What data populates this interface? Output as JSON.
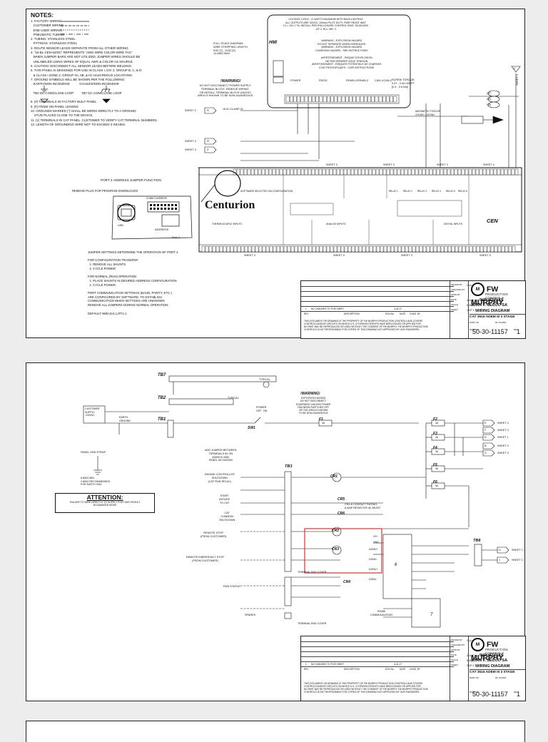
{
  "sheet1": {
    "notes": {
      "title": "NOTES:",
      "lines": [
        "1. FACTORY WIRING",
        "   CUSTOMER WIRING",
        "   END USER WIRING",
        "   PNEUMATIC TUBING",
        "2. TUBING: STAINLESS STEEL",
        "   FITTINGS: STAINLESS STEEL",
        "3. ROUTE SENSOR LEADS SEPARATE FROM ALL OTHER WIRING.",
        "4. \"16-BL-CEN-62/DC\" REPRESENTS \"AWG-WIRE COLOR-WIRE TAG\"",
        "   WHEN JUMPER BARS ARE NOT UTILIZED, JUMPER WIRES SHOULD BE",
        "   UNLABELED USING WIRES OF EQUAL AWG & COLOR AS SOURCE.",
        "5. CAUTION: DISCONNECT ALL SENSOR LEADS BEFORE WELDING.",
        "6. THIS PANEL IS DESIGNED FOR USE IN CLASS I, DIV 2, GROUP B, C, & D",
        "   & CLASS I ZONE 2, GROUP IIA, IIB, & IIC HAZARDOUS LOCATIONS.",
        "7. GROUND SYMBOLS WILL BE SHOWN PER THE FOLLOWING:",
        "   EARTH/NON-INCENDIVE           CHASSIS/NON-INCENDIVE",
        "",
        "   TB2 DC COM/CLOSE LOOP         TB7 DC COM/CLOSE LOOP",
        "",
        "8. (#) TERMINALS IN FACTORY BUILT PANEL",
        "9. [#] ITEMS ON PANEL LEGEND",
        "10. GROUNDS MARKED (*) SHALL BE WIRED DIRECTLY TO A GROUND",
        "    STUD PLACED CLOSE TO THE DEVICE.",
        "11. (1) TERMINALS IN CAT PANEL. CUSTOMER TO VERIFY CAT TERMINAL NUMBERS.",
        "12. LENGTH OF GROUNDING WIRE NOT TO EXCEED 3 INCHES."
      ]
    },
    "port2": {
      "title": "PORT 2 ADDRESS JUMPER FUNCTION",
      "remove_plug": "REMOVE PLUG FOR PROGRAM DOWNLOADS",
      "address": "ADDRESS",
      "port": "Port 2",
      "usb": "USB",
      "comm": "COMM 2 ADDRESS",
      "lines": [
        "JUMPER SETTINGS DETERMINE THE OPERATION OF PORT 2",
        "",
        "FOR CONFIGURATION TRANSFER",
        "  1. REMOVE ALL SHUNTS",
        "  2. CYCLE POWER",
        "",
        "FOR NORMAL (RUN) OPERATION",
        "  1. PLACE SHUNTS IN DESIRED ADDRESS CONFIGURATION",
        "  2. CYCLE POWER",
        "",
        "PORT COMMUNICATION SETTINGS (BAUD, PARITY, ETC.)",
        "ARE CONFIGURED BY SOFTWARE. TO ESTABLISH",
        "COMMUNICATION WHEN SETTINGS ARE UNKNOWN",
        "REMOVE ALL JUMPERS DURING NORMAL OPERATION.",
        "",
        "DEFAULT 9600,N,8,1,RTU 1"
      ]
    },
    "hmi_label": "HMI",
    "hmi_rating": "VOLTAGE 12VDC, 11 WATTS MAXIMUM WITH BACKLIGHTING\nALL OUTPUTS ARE 30VDC, 200mA PILOT DUTY, PWR FRONT IN&T\nCL I, DIV 2 T6; INSTALL PER ENCLOSURE CONTROL DWG. 50-05-0093\n-20° ≤ TA ≤ +85° C",
    "hmi_warning": "WARNING - EXPLOSION HAZARD\nDO NOT SEPARATE WHEN ENERGIZED\nWARNING - EXPLOSION HAZARD\nCHARGING HAZARD - SEE INSTRUCTIONS",
    "hmi_avert": "AVERTISSEMENT - RISQUE D'EXPLOSION\nNE PAS SEPARER SOUS TENSION\nAVERTISSEMENT - RISQUES POTENTIELS DE CHARGES\nELECTROSTATIQUES - VOIR INSTRUCTIONS",
    "strip_note": "FULL SCALE DIAGRAM\nWIRE STRIPPING LENGTH\n9/32 [7] - 11/32 [9]\n14 AWG MAX",
    "warning_title": "!WARNING!",
    "warning_text": "DO NOT DISCONNECT POWER SUPPLY\nTERMINAL BLOCK, REMOVE WIRING,\nOR INSTALL TERMINAL BLOCK UNLESS\nAREA IS KNOWN TO BE NON-HAZARDOUS",
    "screw_torque": "SCREW TORQUE:\n0.37 - 0.44 LBS/FT\n[0.4 - 0.6 Nm]",
    "port_labels": [
      "POWER",
      "RS232",
      "RS485-1/RS485-2",
      "CAN-1/CAN-2"
    ],
    "tx_rx": [
      "TX",
      "RX",
      "TX",
      "RX",
      "TX",
      "RX",
      "TX",
      "RX"
    ],
    "magnetic_pickup": "MAGNETIC PICKUP\n4.5VAC-120VAC",
    "sheet_tags": [
      {
        "label": "SHEET 2",
        "tag": "A",
        "wire": "18-01-C3-A/MP-02"
      },
      {
        "label": "SHEET 3",
        "tag": "H",
        "wire": ""
      },
      {
        "label": "SHEET 3",
        "tag": "J",
        "wire": ""
      }
    ],
    "right_sheet": "SHEET 2",
    "right_tag": "C",
    "pickup_nums": [
      "207",
      "204",
      "205"
    ],
    "centurion_brand": "Centurion",
    "cen_mark": "CEN",
    "top_sheet_refs": [
      "SHEET 3",
      "SHEET 3",
      "SHEET 3",
      "SHEET 4"
    ],
    "bottom_sheet_refs": [
      "SHEET 4",
      "SHEET 4",
      "SHEET 3",
      "SHEET 3"
    ],
    "software_selected": "SOFTWARE SELECTED ON CONFIGURATION",
    "inputs_title": "THERMOCOUPLE INPUTS",
    "analog_inputs": "ANALOG INPUTS",
    "digital_inputs": "DIGITAL INPUTS",
    "relays": [
      "RELAY 1",
      "RELAY 2",
      "RELAY 3",
      "RELAY 4",
      "RELAY 5",
      "RELAY 6"
    ],
    "title_block": {
      "company": "INDUSTRIAS",
      "client": "JUAN F. SECCO SA",
      "doc_title": "WIRING DIAGRAM",
      "project": "CAT 3516 ADEM III 3 STAGE",
      "dwg_no": "50-30-11157",
      "rev": "1",
      "sheet_of": "1 OF 3",
      "rev_note": "NO CHANGES TO THIS SHEET",
      "rev_date": "4-24-17",
      "rev_number": "1",
      "desc_header": "DESCRIPTION",
      "ecn_header": "ECN No.",
      "date_header": "DATE",
      "chkd_header": "CHKD. BY",
      "rev_header": "REV",
      "drawn_by": "DRAWN BY",
      "drawn_val": "OLA",
      "checked": "CHECKED BY",
      "appd": "APPD BY",
      "date_lbl": "DATE",
      "date_val": "4-11-17",
      "scale": "SCALE",
      "scale_val": "NONE",
      "sheet_lbl": "SHEET",
      "part_no": "PART NO.",
      "part_val": "50-70-0653",
      "dwg_lbl": "DWG NO.",
      "rev_lbl": "REV",
      "legal": "THIS DOCUMENT OR DRAWING IS THE PROPERTY OF FW MURPHY PRODUCTION CONTROLS AND COVERS\nCONTROLS AND/OR CIRCUITS ON WHICH U.S. & FOREIGN PATENTS HAVE BEEN ISSUED OR APPLIED FOR.\nNO PART MAY BE REPRODUCED OR USED WITHOUT THE CONSENT OF FW MURPHY. FW MURPHY PRODUCTION\nCONTROLS IS NOT RESPONSIBLE FOR COPIES OF THIS DRAWING NOT APPROVED BY OUR ENGINEERS.",
      "brand": "FW MURPHY",
      "brand_sub": "PRODUCTION CONTROLS",
      "mark": "M"
    }
  },
  "sheet2": {
    "tb7": "TB7",
    "tb2": "TB2",
    "tb1": "TB1",
    "tb3": "TB3",
    "tb8": "TB8",
    "typical": "TYPICAL",
    "customer_supply": "CUSTOMER\nSUPPLY\n+24VDC",
    "earth_ground": "EARTH\nGROUND",
    "power_switch": "POWER\nOFF  ON",
    "sw1": "SW1",
    "warning_title": "!WARNING!",
    "warning_text": "EXPLOSION HAZARD\nDO NOT DISCONNECT\nEQUIPMENT UNLESS POWER\nHAS BEEN SWITCHED OFF\nOR THE AREA IS KNOWN\nTO BE NON-HAZARDOUS",
    "panel_gnd_strap": "PANEL GND STRAP",
    "gnd_awg": "8 AWG MIN.\n2 AWG RECOMMENDED\nFOR EARTH GND",
    "attention_title": "ATTENTION:",
    "attention_text": "FAILURE TO WIRE DIRECTLY TO SUPPLY POST MAY RESULT\nIN DAMAGED MODE",
    "jumper_note": "ADD JUMPER BETWEEN\nTERMINALS 60 ON\nADEM III AND\nPANEL #5 SHOWN",
    "inputs": [
      "ENGINE CONTROLLER\nSHUTDOWN\n(CAT RUN RELAY)",
      "START\nINITIATE\nTO CAT",
      "CAT\nCOMMON\nSHUTDOWN",
      "REMOTE STOP\n(FROM CUSTOMER)",
      "REMOTE EMERGENCY STOP\n(FROM CUSTOMER)",
      "RUN STATUS",
      "SPARES"
    ],
    "relays": [
      "CR1",
      "CR5",
      "CR6",
      "CR2",
      "CR3",
      "CR4"
    ],
    "cr_rating": "CR4-6 CONTACT RATING:\n6 AMP RESISTIVE @ 28VDC",
    "terminal_end_cover": "TERMINAL END COVER",
    "fuses": [
      "F1",
      "F2",
      "F3",
      "F4",
      "F5",
      "F6"
    ],
    "fuse_amps": [
      "3A",
      "3A",
      "3A",
      "3A",
      "3A",
      "5A"
    ],
    "right_sheets": [
      "SHEET 4",
      "SHEET 3",
      "SHEET 1",
      "SHEET 3",
      "SHEET 3"
    ],
    "right_tags": [
      "E",
      "F",
      "D",
      "B",
      "G"
    ],
    "data_labels": [
      "VS+",
      "GND",
      "DATA0+",
      "DATA0-",
      "DATA1+",
      "DATA1-"
    ],
    "module_num": "6",
    "comm_num": "7",
    "rs485": "RS485\nCOMMUNICATION",
    "tb8_tags": [
      {
        "tag": "H",
        "sheet": "SHEET 1"
      },
      {
        "tag": "J",
        "sheet": "SHEET 1"
      }
    ],
    "title_block": {
      "company": "INDUSTRIAS",
      "client": "JUAN F. SECCO SA",
      "doc_title": "WIRING DIAGRAM",
      "project": "CAT 3516 ADEM III 3 STAGE",
      "dwg_no": "50-30-11157",
      "rev": "1",
      "sheet_of": "2 OF 3",
      "rev_note": "NO CHANGES TO THIS SHEET",
      "rev_date": "4-24-17",
      "rev_number": "1",
      "desc_header": "DESCRIPTION",
      "ecn_header": "ECN No.",
      "date_header": "DATE",
      "chkd_header": "CHKD. BY",
      "rev_header": "REV",
      "drawn_by": "DRAWN BY",
      "drawn_val": "OLA",
      "checked": "CHECKED BY",
      "appd": "APPD BY",
      "date_lbl": "DATE",
      "date_val": "4-11-17",
      "scale": "SCALE",
      "scale_val": "NONE",
      "sheet_lbl": "SHEET",
      "part_no": "PART NO.",
      "part_val": "50-70-0653",
      "dwg_lbl": "DWG NO.",
      "rev_lbl": "REV",
      "legal": "THIS DOCUMENT OR DRAWING IS THE PROPERTY OF FW MURPHY PRODUCTION CONTROLS AND COVERS\nCONTROLS AND/OR CIRCUITS ON WHICH U.S. & FOREIGN PATENTS HAVE BEEN ISSUED OR APPLIED FOR.\nNO PART MAY BE REPRODUCED OR USED WITHOUT THE CONSENT OF FW MURPHY. FW MURPHY PRODUCTION\nCONTROLS IS NOT RESPONSIBLE FOR COPIES OF THIS DRAWING NOT APPROVED BY OUR ENGINEERS.",
      "brand": "FW MURPHY",
      "brand_sub": "PRODUCTION CONTROLS",
      "mark": "M"
    }
  },
  "colors": {
    "highlight": "#d8332f",
    "ink": "#111111",
    "page": "#ffffff",
    "background": "#ededed"
  }
}
